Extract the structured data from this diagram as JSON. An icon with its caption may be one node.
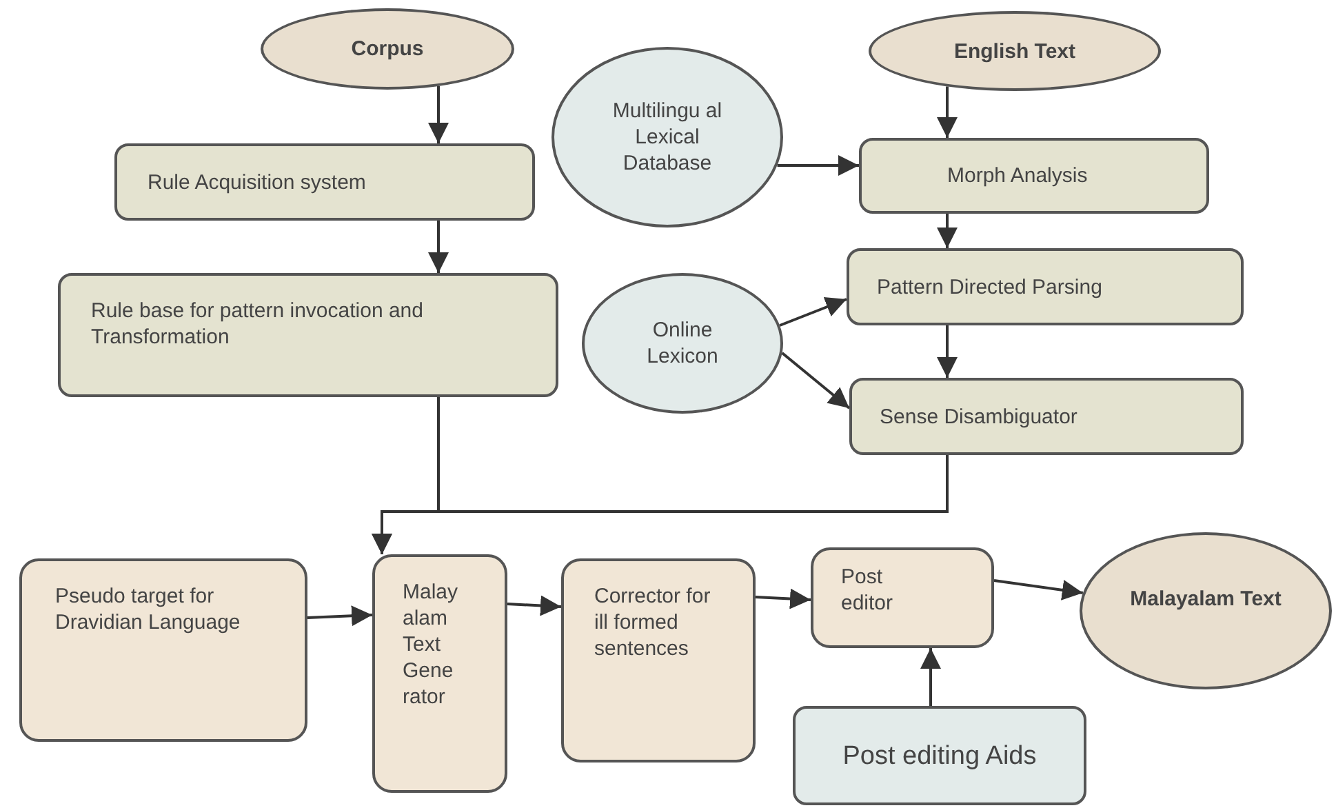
{
  "diagram": {
    "nodes": [
      {
        "text": [
          "Corpus"
        ]
      },
      {
        "text": [
          "English Text"
        ]
      },
      {
        "text": [
          "Multilingu al Lexical Database"
        ]
      },
      {
        "text": [
          "Rule Acquisition system"
        ]
      },
      {
        "text": [
          "Morph Analysis"
        ]
      },
      {
        "text": [
          "Rule base for pattern invocation and Transformation"
        ]
      },
      {
        "text": [
          "Pattern Directed Parsing"
        ]
      },
      {
        "text": [
          "Online Lexicon"
        ]
      },
      {
        "text": [
          "Sense Disambiguator"
        ]
      },
      {
        "text": [
          "Pseudo target for Dravidian Language"
        ]
      },
      {
        "text": [
          "Malay alam Text Gene rator"
        ]
      },
      {
        "text": [
          "Corrector for ill formed sentences"
        ]
      },
      {
        "text": [
          "Post editor"
        ]
      },
      {
        "text": [
          "Malayalam Text"
        ]
      },
      {
        "text": [
          "Post editing Aids"
        ]
      }
    ],
    "edges": [
      {
        "from": 0,
        "to": 3,
        "arrow": "to"
      },
      {
        "from": 3,
        "to": 5,
        "arrow": "to"
      },
      {
        "from": 1,
        "to": 4,
        "arrow": "to"
      },
      {
        "from": 2,
        "to": 4,
        "arrow": "to"
      },
      {
        "from": 4,
        "to": 6,
        "arrow": "to"
      },
      {
        "from": 7,
        "to": 6,
        "arrow": "to"
      },
      {
        "from": 7,
        "to": 8,
        "arrow": "to"
      },
      {
        "from": 6,
        "to": 8,
        "arrow": "to"
      },
      {
        "from": 5,
        "to": 10,
        "arrow": "to"
      },
      {
        "from": 8,
        "to": 10,
        "arrow": "to"
      },
      {
        "from": 9,
        "to": 10,
        "arrow": "to"
      },
      {
        "from": 10,
        "to": 11,
        "arrow": "to"
      },
      {
        "from": 11,
        "to": 12,
        "arrow": "to"
      },
      {
        "from": 12,
        "to": 13,
        "arrow": "to"
      },
      {
        "from": 14,
        "to": 12,
        "arrow": "to"
      }
    ]
  }
}
